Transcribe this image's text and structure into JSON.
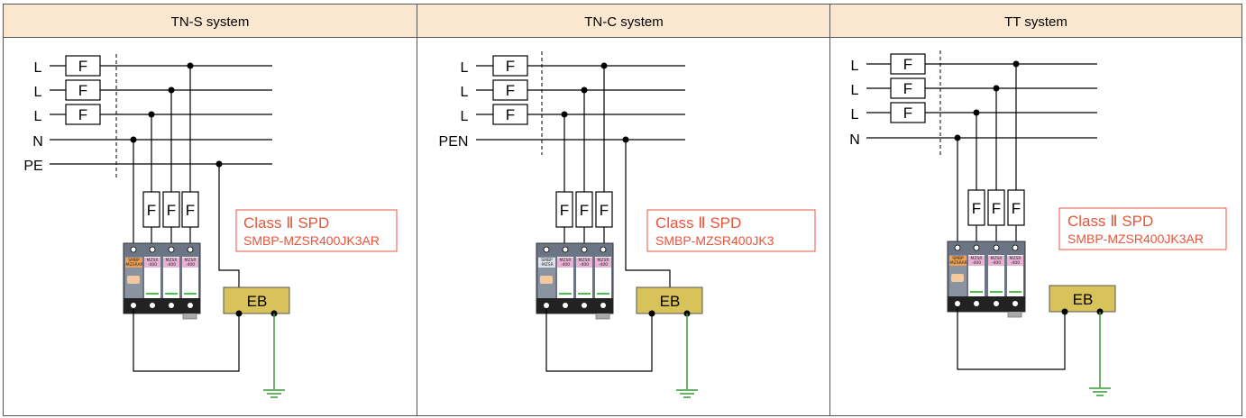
{
  "colors": {
    "header_bg": "#fbe6cf",
    "spd_label": "#e8553a",
    "eb_fill": "#d8c25a",
    "ground_wire": "#3a9a3a",
    "spd_body": "#6b7585"
  },
  "fuse_label": "F",
  "eb_label": "EB",
  "panels": [
    {
      "title": "TN-S system",
      "line_labels": [
        "L",
        "L",
        "L",
        "N",
        "PE"
      ],
      "spd": {
        "title": "Class Ⅱ SPD",
        "model": "SMBP-MZSR400JK3AR"
      },
      "module_labels": [
        "SMBP\n-MZSRAR",
        "MZSR\n-400",
        "MZSR\n-400",
        "MZSR\n-400"
      ]
    },
    {
      "title": "TN-C system",
      "line_labels": [
        "L",
        "L",
        "L",
        "PEN"
      ],
      "spd": {
        "title": "Class Ⅱ SPD",
        "model": "SMBP-MZSR400JK3"
      },
      "module_labels": [
        "SMBP\n-MZSR",
        "MZSR\n-400",
        "MZSR\n-400",
        "MZSR\n-400"
      ]
    },
    {
      "title": "TT system",
      "line_labels": [
        "L",
        "L",
        "L",
        "N"
      ],
      "spd": {
        "title": "Class Ⅱ SPD",
        "model": "SMBP-MZSR400JK3AR"
      },
      "module_labels": [
        "SMBP\n-MZSRAR",
        "MZSR\n-400",
        "MZSR\n-400",
        "MZSR\n-400"
      ]
    }
  ]
}
